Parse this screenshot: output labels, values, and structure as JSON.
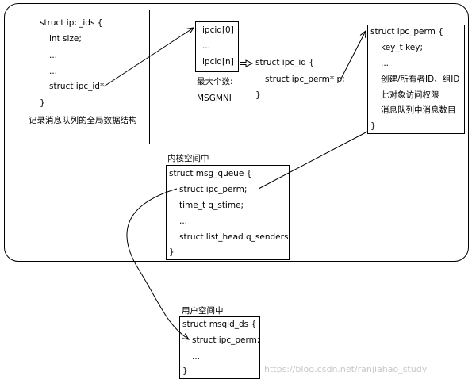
{
  "ipc_ids": {
    "lines": [
      "struct ipc_ids {",
      "int size;",
      "...",
      "...",
      "struct ipc_id*",
      "}"
    ],
    "caption": "记录消息队列的全局数据结构"
  },
  "ipcid_array": {
    "lines": [
      "ipcid[0]",
      "...",
      "ipcid[n]"
    ],
    "caption_lines": [
      "最大个数:",
      "MSGMNI"
    ]
  },
  "ipc_id": {
    "lines": [
      "struct ipc_id {",
      "struct ipc_perm* p;",
      "}"
    ]
  },
  "ipc_perm": {
    "lines": [
      "struct ipc_perm {",
      "key_t key;",
      "...",
      "创建/所有者ID、组ID",
      "此对象访问权限",
      "消息队列中消息数目",
      "}"
    ]
  },
  "msg_queue": {
    "label": "内核空间中",
    "lines": [
      "struct msg_queue {",
      "struct ipc_perm;",
      "time_t q_stime;",
      "...",
      "struct list_head q_senders;",
      "}"
    ]
  },
  "msqid_ds": {
    "label": "用户空间中",
    "lines": [
      "struct msqid_ds {",
      "struct ipc_perm;",
      "...",
      "}"
    ]
  },
  "watermark": "https://blog.csdn.net/ranjiahao_study"
}
